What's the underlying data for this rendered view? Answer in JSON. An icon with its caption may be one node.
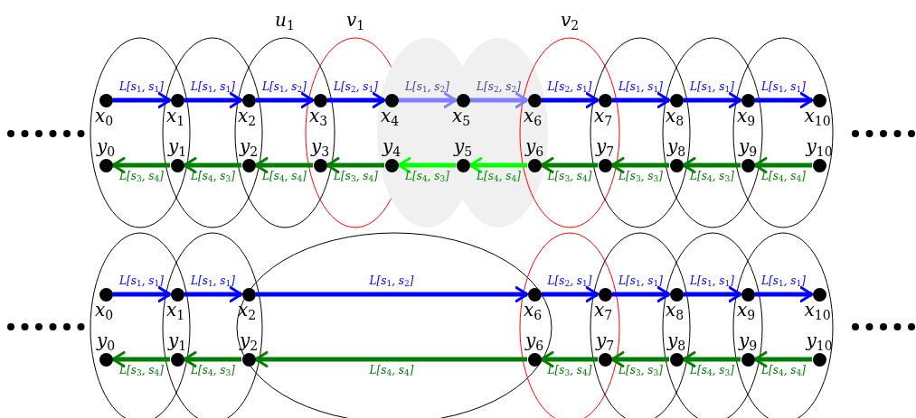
{
  "diagram": {
    "nodes": [
      {
        "text": [
          "x$_{0}$"
        ]
      },
      {
        "text": [
          "x$_{1}$"
        ]
      },
      {
        "text": [
          "x$_{2}$"
        ]
      },
      {
        "text": [
          "x$_{3}$"
        ]
      },
      {
        "text": [
          "x$_{4}$"
        ]
      },
      {
        "text": [
          "x$_{5}$"
        ]
      },
      {
        "text": [
          "x$_{6}$"
        ]
      },
      {
        "text": [
          "x$_{7}$"
        ]
      },
      {
        "text": [
          "x$_{8}$"
        ]
      },
      {
        "text": [
          "x$_{9}$"
        ]
      },
      {
        "text": [
          "x$_{10}$"
        ]
      },
      {
        "text": [
          "y$_{0}$"
        ]
      },
      {
        "text": [
          "y$_{1}$"
        ]
      },
      {
        "text": [
          "y$_{2}$"
        ]
      },
      {
        "text": [
          "y$_{3}$"
        ]
      },
      {
        "text": [
          "y$_{4}$"
        ]
      },
      {
        "text": [
          "y$_{5}$"
        ]
      },
      {
        "text": [
          "y$_{6}$"
        ]
      },
      {
        "text": [
          "y$_{7}$"
        ]
      },
      {
        "text": [
          "y$_{8}$"
        ]
      },
      {
        "text": [
          "y$_{9}$"
        ]
      },
      {
        "text": [
          "y$_{10}$"
        ]
      },
      {
        "text": [
          "x$_{0}$"
        ]
      },
      {
        "text": [
          "x$_{1}$"
        ]
      },
      {
        "text": [
          "x$_{2}$"
        ]
      },
      {
        "text": [
          "x$_{6}$"
        ]
      },
      {
        "text": [
          "x$_{7}$"
        ]
      },
      {
        "text": [
          "x$_{8}$"
        ]
      },
      {
        "text": [
          "x$_{9}$"
        ]
      },
      {
        "text": [
          "x$_{10}$"
        ]
      },
      {
        "text": [
          "y$_{0}$"
        ]
      },
      {
        "text": [
          "y$_{1}$"
        ]
      },
      {
        "text": [
          "y$_{2}$"
        ]
      },
      {
        "text": [
          "y$_{6}$"
        ]
      },
      {
        "text": [
          "y$_{7}$"
        ]
      },
      {
        "text": [
          "y$_{8}$"
        ]
      },
      {
        "text": [
          "y$_{9}$"
        ]
      },
      {
        "text": [
          "y$_{10}$"
        ]
      }
    ],
    "edges": [
      {
        "from": 0,
        "to": 1,
        "arrow": "to",
        "label": "L[s$_{1}$, s$_{1}$]",
        "color": "#0000ff"
      },
      {
        "from": 1,
        "to": 2,
        "arrow": "to",
        "label": "L[s$_{1}$, s$_{1}$]",
        "color": "#0000ff"
      },
      {
        "from": 2,
        "to": 3,
        "arrow": "to",
        "label": "L[s$_{1}$, s$_{2}$]",
        "color": "#0000ff"
      },
      {
        "from": 3,
        "to": 4,
        "arrow": "to",
        "label": "L[s$_{2}$, s$_{1}$]",
        "color": "#0000ff"
      },
      {
        "from": 4,
        "to": 5,
        "arrow": "to",
        "label": "L[s$_{1}$, s$_{2}$]",
        "color": "#8080ff"
      },
      {
        "from": 5,
        "to": 6,
        "arrow": "to",
        "label": "L[s$_{2}$, s$_{2}$]",
        "color": "#8080ff"
      },
      {
        "from": 6,
        "to": 7,
        "arrow": "to",
        "label": "L[s$_{2}$, s$_{1}$]",
        "color": "#0000ff"
      },
      {
        "from": 7,
        "to": 8,
        "arrow": "to",
        "label": "L[s$_{1}$, s$_{1}$]",
        "color": "#0000ff"
      },
      {
        "from": 8,
        "to": 9,
        "arrow": "to",
        "label": "L[s$_{1}$, s$_{1}$]",
        "color": "#0000ff"
      },
      {
        "from": 9,
        "to": 10,
        "arrow": "to",
        "label": "L[s$_{1}$, s$_{1}$]",
        "color": "#0000ff"
      },
      {
        "from": 12,
        "to": 11,
        "arrow": "to",
        "label": "L[s$_{3}$, s$_{4}$]",
        "color": "#008000"
      },
      {
        "from": 13,
        "to": 12,
        "arrow": "to",
        "label": "L[s$_{4}$, s$_{3}$]",
        "color": "#008000"
      },
      {
        "from": 14,
        "to": 13,
        "arrow": "to",
        "label": "L[s$_{4}$, s$_{4}$]",
        "color": "#008000"
      },
      {
        "from": 15,
        "to": 14,
        "arrow": "to",
        "label": "L[s$_{3}$, s$_{4}$]",
        "color": "#008000"
      },
      {
        "from": 16,
        "to": 15,
        "arrow": "to",
        "label": "L[s$_{4}$, s$_{3}$]",
        "color": "#00ff00"
      },
      {
        "from": 17,
        "to": 16,
        "arrow": "to",
        "label": "L[s$_{4}$, s$_{4}$]",
        "color": "#00ff00"
      },
      {
        "from": 18,
        "to": 17,
        "arrow": "to",
        "label": "L[s$_{3}$, s$_{4}$]",
        "color": "#008000"
      },
      {
        "from": 19,
        "to": 18,
        "arrow": "to",
        "label": "L[s$_{3}$, s$_{3}$]",
        "color": "#008000"
      },
      {
        "from": 20,
        "to": 19,
        "arrow": "to",
        "label": "L[s$_{4}$, s$_{3}$]",
        "color": "#008000"
      },
      {
        "from": 21,
        "to": 20,
        "arrow": "to",
        "label": "L[s$_{4}$, s$_{4}$]",
        "color": "#008000"
      },
      {
        "from": 22,
        "to": 23,
        "arrow": "to",
        "label": "L[s$_{1}$, s$_{1}$]",
        "color": "#0000ff"
      },
      {
        "from": 23,
        "to": 24,
        "arrow": "to",
        "label": "L[s$_{1}$, s$_{1}$]",
        "color": "#0000ff"
      },
      {
        "from": 24,
        "to": 25,
        "arrow": "to",
        "label": "L[s$_{1}$, s$_{2}$]",
        "color": "#0000ff"
      },
      {
        "from": 25,
        "to": 26,
        "arrow": "to",
        "label": "L[s$_{2}$, s$_{1}$]",
        "color": "#0000ff"
      },
      {
        "from": 26,
        "to": 27,
        "arrow": "to",
        "label": "L[s$_{1}$, s$_{1}$]",
        "color": "#0000ff"
      },
      {
        "from": 27,
        "to": 28,
        "arrow": "to",
        "label": "L[s$_{1}$, s$_{1}$]",
        "color": "#0000ff"
      },
      {
        "from": 28,
        "to": 29,
        "arrow": "to",
        "label": "L[s$_{1}$, s$_{1}$]",
        "color": "#0000ff"
      },
      {
        "from": 31,
        "to": 30,
        "arrow": "to",
        "label": "L[s$_{3}$, s$_{4}$]",
        "color": "#008000"
      },
      {
        "from": 32,
        "to": 31,
        "arrow": "to",
        "label": "L[s$_{4}$, s$_{3}$]",
        "color": "#008000"
      },
      {
        "from": 33,
        "to": 32,
        "arrow": "to",
        "label": "L[s$_{4}$, s$_{4}$]",
        "color": "#008000"
      },
      {
        "from": 34,
        "to": 33,
        "arrow": "to",
        "label": "L[s$_{3}$, s$_{4}$]",
        "color": "#008000"
      },
      {
        "from": 35,
        "to": 34,
        "arrow": "to",
        "label": "L[s$_{3}$, s$_{3}$]",
        "color": "#008000"
      },
      {
        "from": 36,
        "to": 35,
        "arrow": "to",
        "label": "L[s$_{4}$, s$_{3}$]",
        "color": "#008000"
      },
      {
        "from": 37,
        "to": 36,
        "arrow": "to",
        "label": "L[s$_{4}$, s$_{4}$]",
        "color": "#008000"
      }
    ],
    "labels": [
      "u$_{1}$",
      "v$_{1}$",
      "v$_{2}$"
    ]
  }
}
